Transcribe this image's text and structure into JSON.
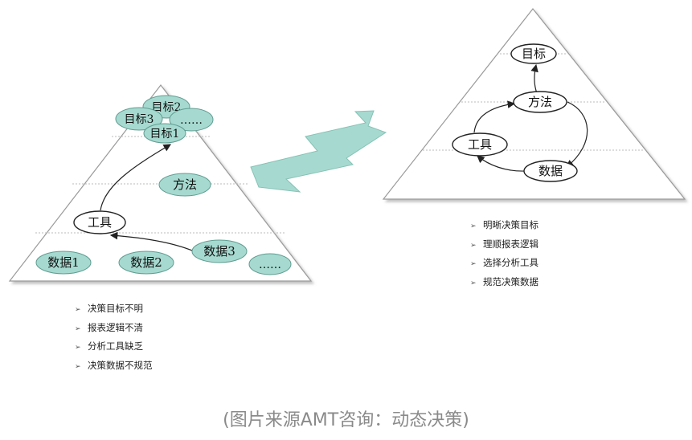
{
  "left_diagram": {
    "nodes": {
      "goal1": "目标1",
      "goal2": "目标2",
      "goal3": "目标3",
      "goal_more": "……",
      "method": "方法",
      "tool": "工具",
      "data1": "数据1",
      "data2": "数据2",
      "data3": "数据3",
      "data_more": "……"
    },
    "bullets": [
      "决策目标不明",
      "报表逻辑不清",
      "分析工具缺乏",
      "决策数据不规范"
    ]
  },
  "right_diagram": {
    "nodes": {
      "goal": "目标",
      "method": "方法",
      "tool": "工具",
      "data": "数据"
    },
    "bullets": [
      "明晰决策目标",
      "理顺报表逻辑",
      "选择分析工具",
      "规范决策数据"
    ]
  },
  "caption": "(图片来源AMT咨询：动态决策)",
  "colors": {
    "teal_fill": "#a6dad0",
    "teal_stroke": "#5f9c91",
    "arrow_fill": "#a6dad0"
  }
}
